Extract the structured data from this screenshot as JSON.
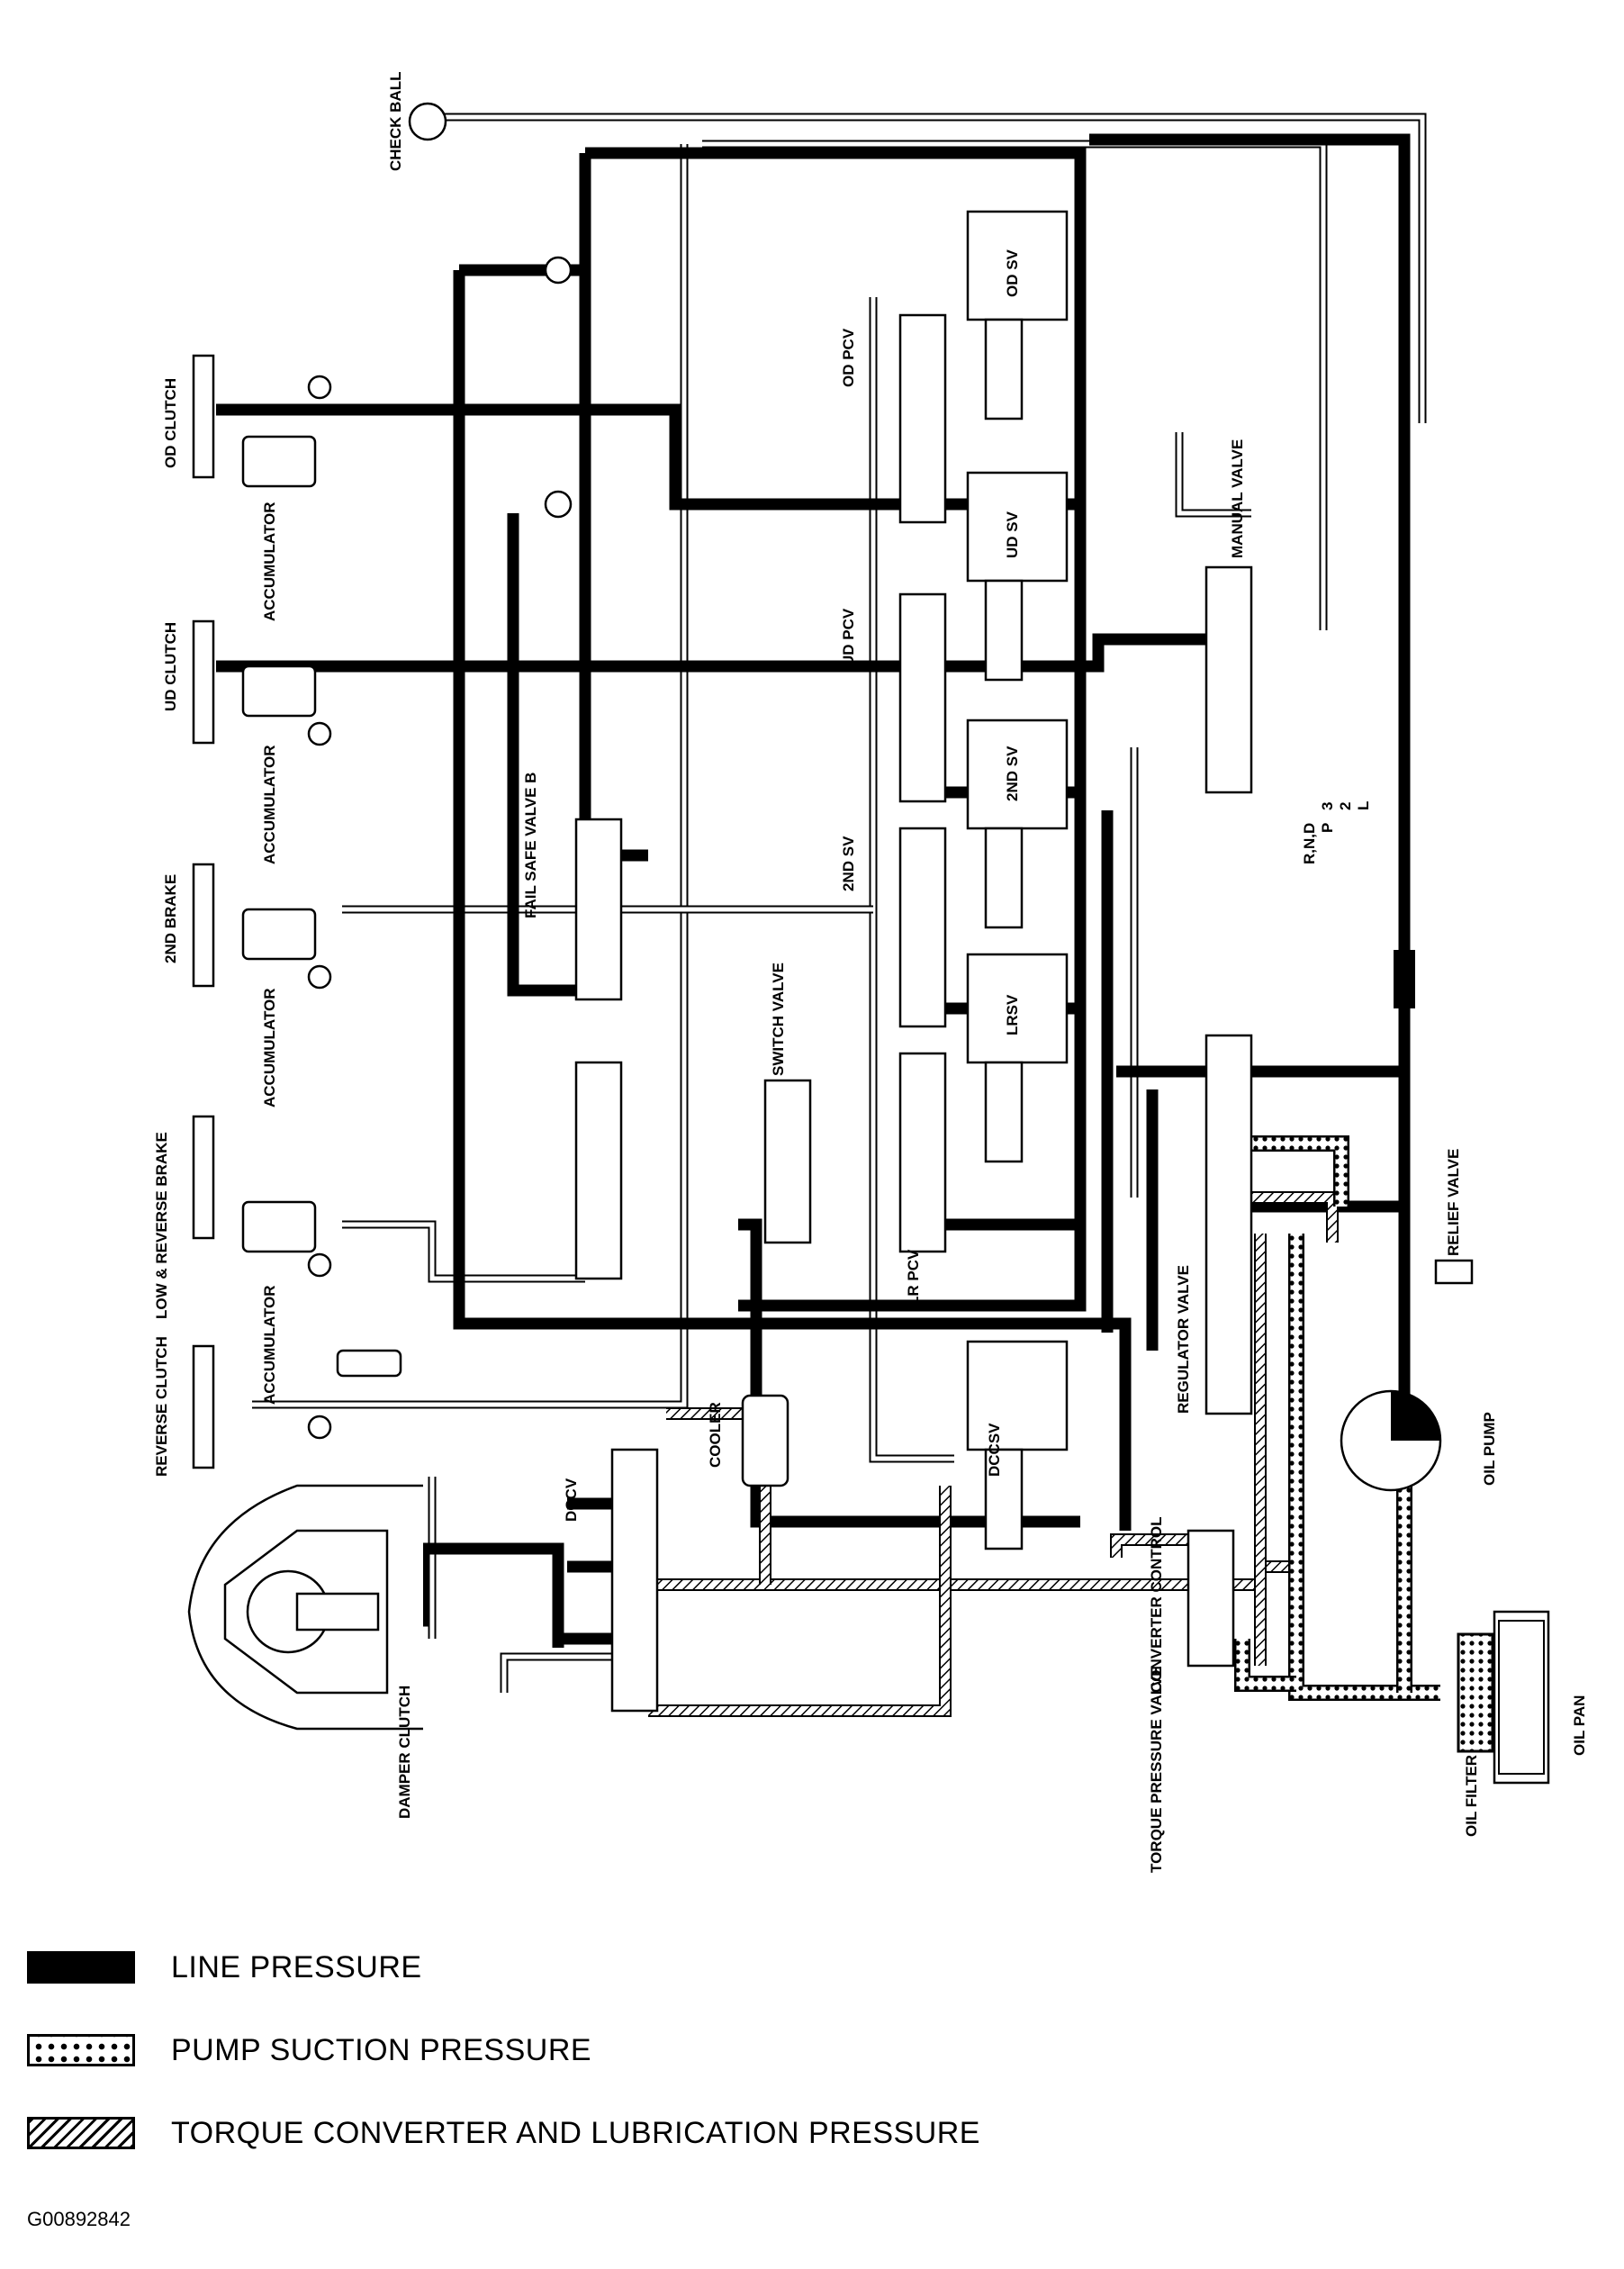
{
  "diagram": {
    "labels": {
      "check_ball": "CHECK BALL",
      "od_clutch": "OD CLUTCH",
      "accumulator_1": "ACCUMULATOR",
      "ud_clutch": "UD CLUTCH",
      "accumulator_2": "ACCUMULATOR",
      "second_brake": "2ND BRAKE",
      "accumulator_3": "ACCUMULATOR",
      "reverse_clutch": "REVERSE CLUTCH",
      "low_reverse_brake": "LOW & REVERSE BRAKE",
      "accumulator_4": "ACCUMULATOR",
      "fail_safe_valve_b": "FAIL SAFE VALVE B",
      "switch_valve": "SWITCH VALVE",
      "od_pcv": "OD PCV",
      "od_sv": "OD SV",
      "ud_pcv": "UD PCV",
      "ud_sv": "UD SV",
      "second_sv_solenoid": "2ND SV",
      "second_sv_pcv": "2ND SV",
      "lrsv": "LRSV",
      "lr_pcv": "LR PCV",
      "manual_valve": "MANUAL VALVE",
      "positions_1": "R,N,D",
      "positions_2": "P",
      "positions_3": "3",
      "positions_4": "2",
      "positions_5": "L",
      "dccsv": "DCCSV",
      "cooler": "COOLER",
      "dccv": "DCCV",
      "regulator_valve": "REGULATOR VALVE",
      "relief_valve": "RELIEF VALVE",
      "oil_pump": "OIL PUMP",
      "converter_control": "CONVERTER CONTROL",
      "torque_pressure_valve": "TORQUE PRESSURE VALVE",
      "damper_clutch": "DAMPER CLUTCH",
      "oil_filter": "OIL FILTER",
      "oil_pan": "OIL PAN"
    }
  },
  "legend": {
    "line_pressure": "LINE PRESSURE",
    "pump_suction": "PUMP SUCTION PRESSURE",
    "torque_converter": "TORQUE CONVERTER AND LUBRICATION PRESSURE"
  },
  "figure_id": "G00892842"
}
